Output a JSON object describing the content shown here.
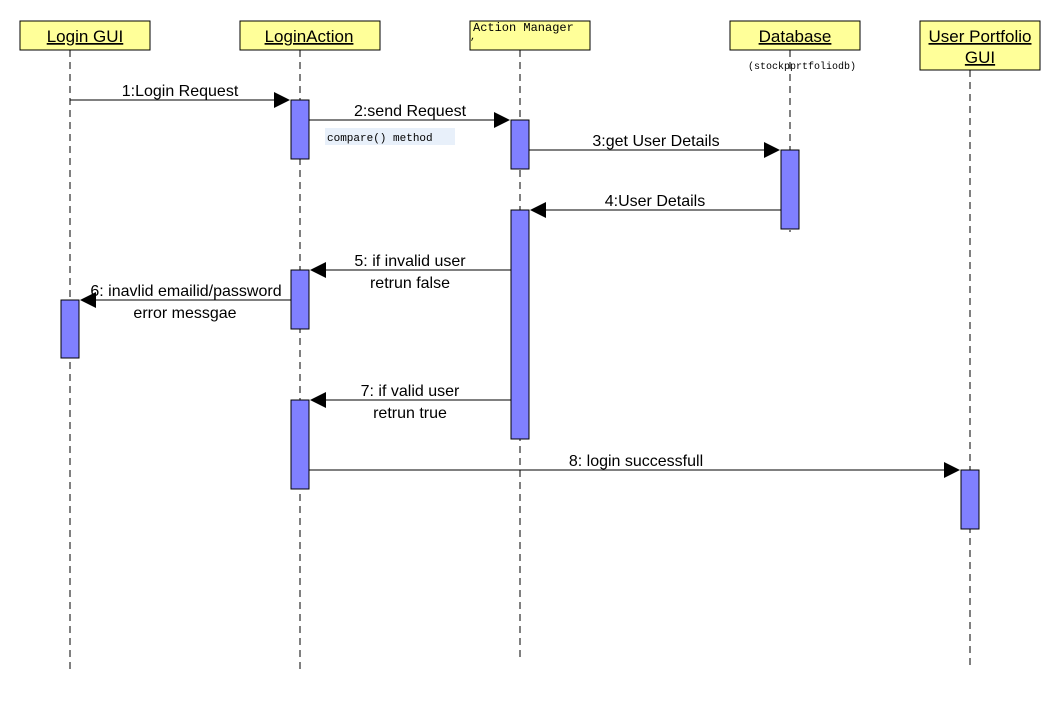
{
  "actors": {
    "login_gui": "Login GUI",
    "login_action": "LoginAction",
    "action_manager": "Action Manager",
    "database": "Database",
    "database_note": "(stockpprtfoliodb)",
    "portfolio_line1": "User Portfolio",
    "portfolio_line2": "GUI"
  },
  "messages": {
    "m1": "1:Login Request",
    "m2": "2:send Request",
    "m2_note": "compare() method",
    "m3": "3:get User Details",
    "m4": "4:User Details",
    "m5_line1": "5: if invalid user",
    "m5_line2": "retrun false",
    "m6_line1": "6: inavlid emailid/password",
    "m6_line2": "error messgae",
    "m7_line1": "7: if valid user",
    "m7_line2": "retrun true",
    "m8": "8: login successfull"
  },
  "colors": {
    "actor_fill": "#ffff99",
    "activation_fill": "#8080ff",
    "note_fill": "#e8f0fa"
  }
}
